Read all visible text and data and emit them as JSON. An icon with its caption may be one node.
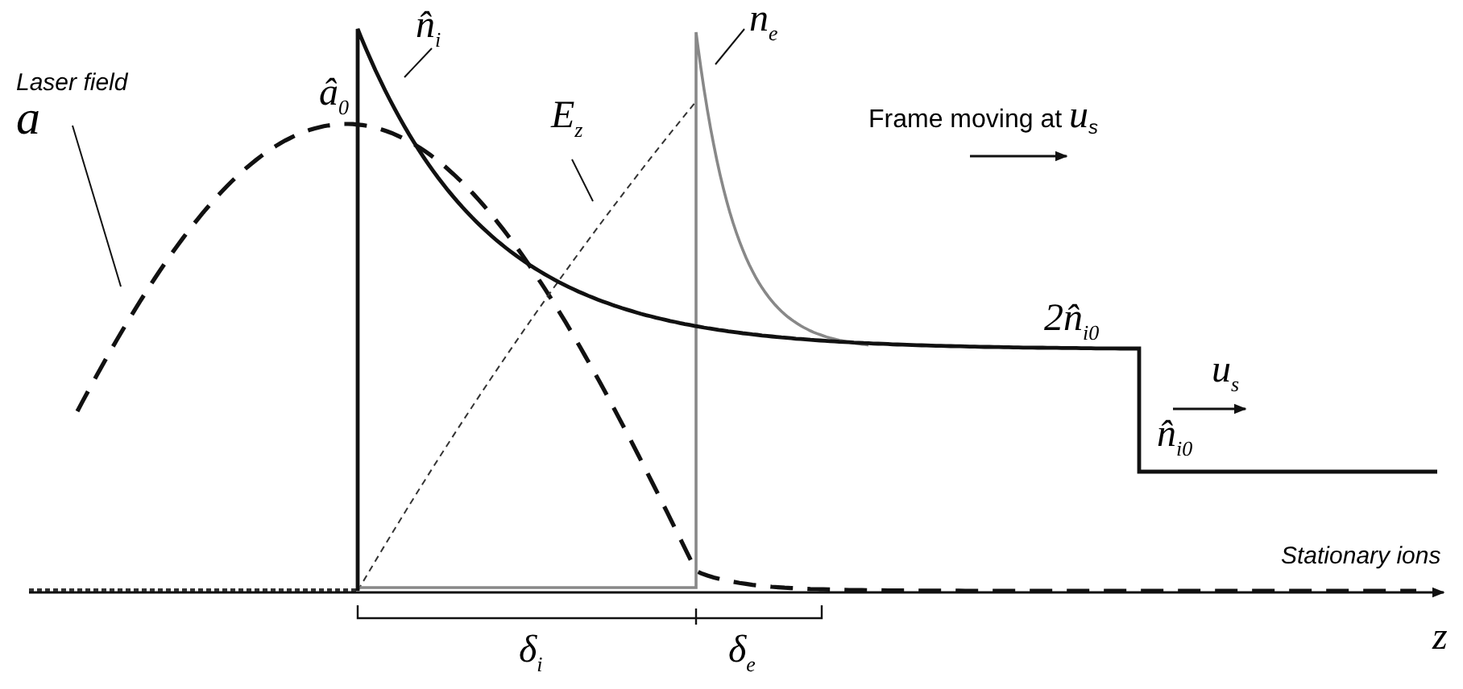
{
  "diagram": {
    "nodes": [
      {
        "text": [
          "Laser field",
          "a"
        ]
      },
      {
        "text": [
          "n̂$_{i}$"
        ]
      },
      {
        "text": [
          "n$_{e}$"
        ]
      },
      {
        "text": [
          "E$_{z}$"
        ]
      }
    ],
    "edges": [
      {
        "from": 0,
        "to": null,
        "arrow": "none"
      },
      {
        "from": 1,
        "to": null,
        "arrow": "none"
      },
      {
        "from": 2,
        "to": null,
        "arrow": "none"
      },
      {
        "from": 3,
        "to": null,
        "arrow": "none"
      }
    ],
    "labels": [
      "â$_{0}$",
      "Frame moving at *u*$_{s}$",
      "2n̂$_{i0}$",
      "u$_{s}$",
      "n̂$_{i0}$",
      "Stationary ions",
      "δ$_{i}$",
      "δ$_{e}$",
      "z"
    ]
  }
}
